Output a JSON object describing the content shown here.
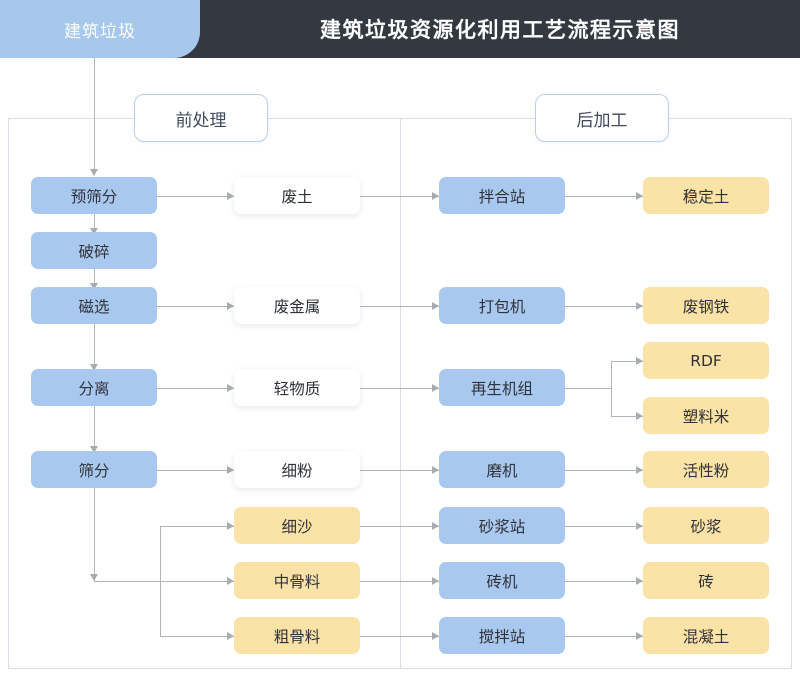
{
  "header": {
    "tab_label": "建筑垃圾",
    "title": "建筑垃圾资源化利用工艺流程示意图",
    "tab_color": "#a6c8ec",
    "bar_color": "#343840"
  },
  "stages": {
    "pre_label": "前处理",
    "post_label": "后加工"
  },
  "palette": {
    "blue": "#a8c8f0",
    "amber": "#fbe2a6",
    "white": "#ffffff",
    "line": "#b0b4bb",
    "border": "#dcdce6"
  },
  "nodes": {
    "process": [
      {
        "id": "pre-screen",
        "label": "预筛分",
        "type": "blue"
      },
      {
        "id": "crush",
        "label": "破碎",
        "type": "blue"
      },
      {
        "id": "magnetic",
        "label": "磁选",
        "type": "blue"
      },
      {
        "id": "separate",
        "label": "分离",
        "type": "blue"
      },
      {
        "id": "screen",
        "label": "筛分",
        "type": "blue"
      }
    ],
    "intermediate": [
      {
        "id": "waste-soil",
        "label": "废土",
        "type": "white"
      },
      {
        "id": "waste-metal",
        "label": "废金属",
        "type": "white"
      },
      {
        "id": "light-mat",
        "label": "轻物质",
        "type": "white"
      },
      {
        "id": "fine-powder",
        "label": "细粉",
        "type": "white"
      },
      {
        "id": "fine-sand",
        "label": "细沙",
        "type": "amber"
      },
      {
        "id": "mid-agg",
        "label": "中骨料",
        "type": "amber"
      },
      {
        "id": "coarse-agg",
        "label": "粗骨料",
        "type": "amber"
      }
    ],
    "equipment": [
      {
        "id": "mixing-plant",
        "label": "拌合站",
        "type": "blue"
      },
      {
        "id": "baler",
        "label": "打包机",
        "type": "blue"
      },
      {
        "id": "regen-unit",
        "label": "再生机组",
        "type": "blue"
      },
      {
        "id": "mill",
        "label": "磨机",
        "type": "blue"
      },
      {
        "id": "mortar-station",
        "label": "砂浆站",
        "type": "blue"
      },
      {
        "id": "brick-machine",
        "label": "砖机",
        "type": "blue"
      },
      {
        "id": "batch-plant",
        "label": "搅拌站",
        "type": "blue"
      }
    ],
    "products": [
      {
        "id": "stabilized-soil",
        "label": "稳定土",
        "type": "amber"
      },
      {
        "id": "scrap-steel",
        "label": "废钢铁",
        "type": "amber"
      },
      {
        "id": "rdf",
        "label": "RDF",
        "type": "amber"
      },
      {
        "id": "plastic-pellet",
        "label": "塑料米",
        "type": "amber"
      },
      {
        "id": "active-powder",
        "label": "活性粉",
        "type": "amber"
      },
      {
        "id": "mortar",
        "label": "砂浆",
        "type": "amber"
      },
      {
        "id": "brick",
        "label": "砖",
        "type": "amber"
      },
      {
        "id": "concrete",
        "label": "混凝土",
        "type": "amber"
      }
    ]
  }
}
